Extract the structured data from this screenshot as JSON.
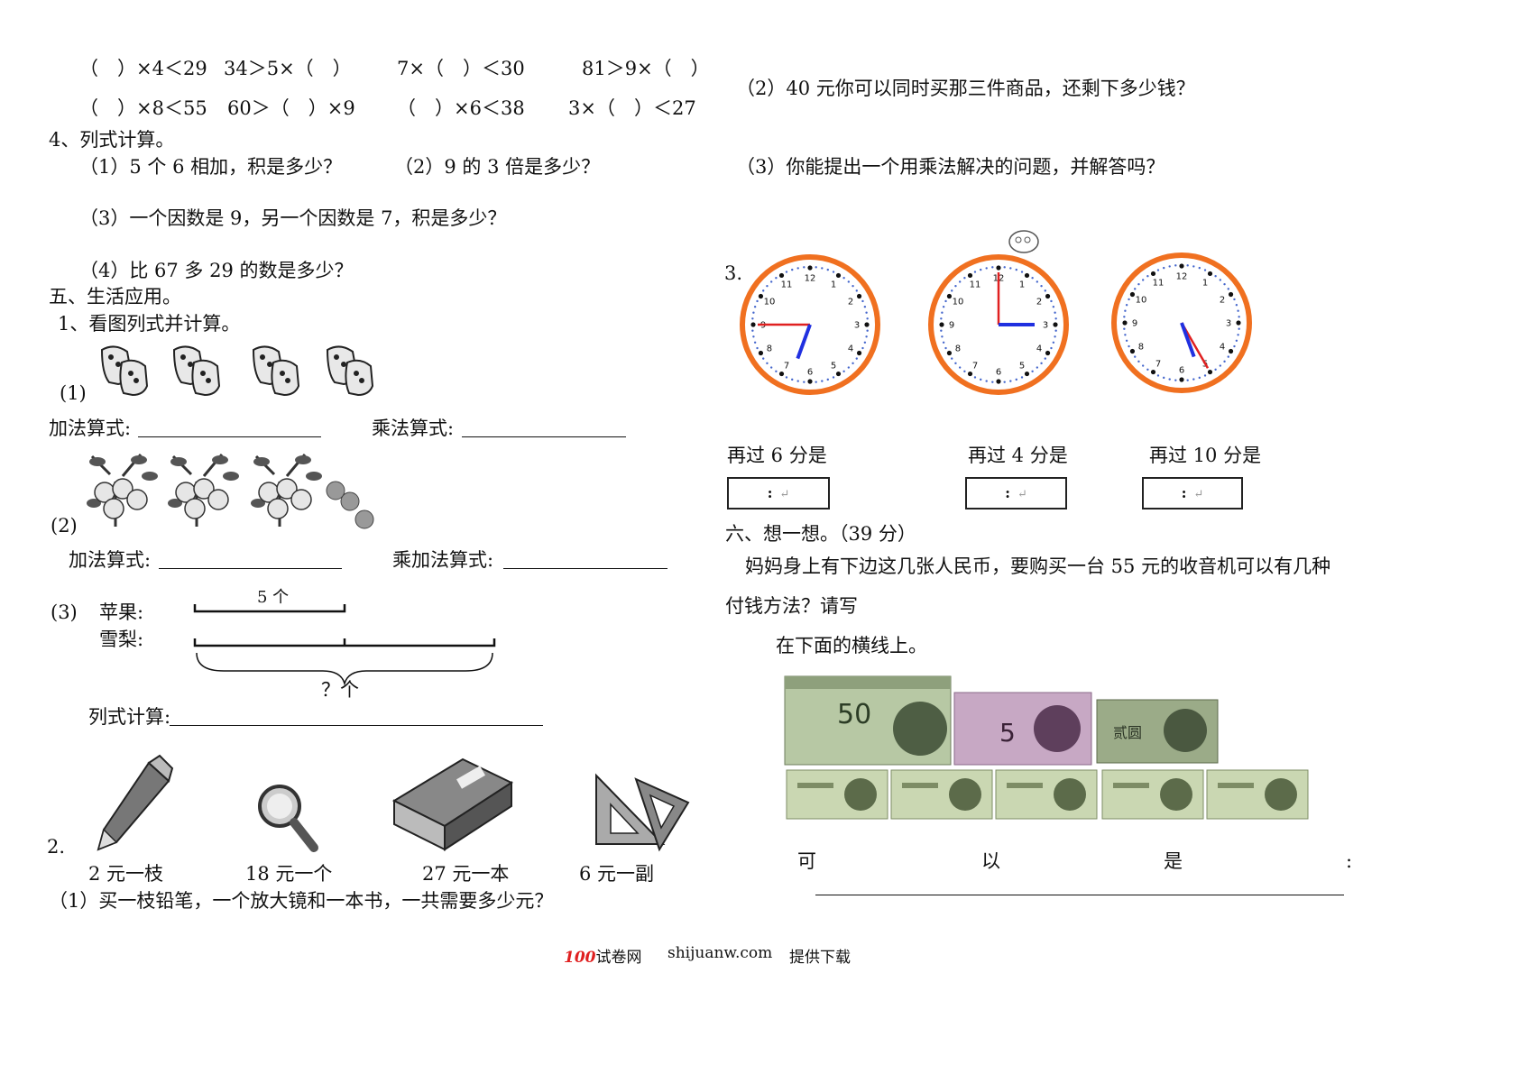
{
  "section3_ineq": {
    "row1": [
      "（　）×4＜29",
      "34＞5×（　）",
      "7×（　）＜30",
      "81＞9×（　）"
    ],
    "row2": [
      "（　）×8＜55",
      "60＞（　）×9",
      "（　）×6＜38",
      "3×（　）＜27"
    ]
  },
  "section4": {
    "title": "4、列式计算。",
    "q1": "（1）5 个 6 相加，积是多少？",
    "q2": "（2）9 的 3 倍是多少？",
    "q3": "（3）一个因数是 9，另一个因数是 7，积是多少？",
    "q4": "（4）比 67 多 29 的数是多少？"
  },
  "section5": {
    "title": "五、生活应用。",
    "p1_title": "1、看图列式并计算。",
    "p1_label1": "(1)",
    "p1_add": "加法算式:",
    "p1_mul": "乘法算式:",
    "p1_label2": "(2)",
    "p2_add": "加法算式:",
    "p2_mul": "乘加法算式:",
    "p3_label": "(3)",
    "apple": "苹果:",
    "pear": "雪梨:",
    "five": "5 个",
    "question": "？个",
    "calc": "列式计算:",
    "p2_num": "2.",
    "price_pencil": "2 元一枝",
    "price_magnifier": "18 元一个",
    "price_book": "27 元一本",
    "price_ruler": "6 元一副",
    "q1": "（1）买一枝铅笔，一个放大镜和一本书，一共需要多少元？",
    "q2": "（2）40 元你可以同时买那三件商品，还剩下多少钱？",
    "q3": "（3）你能提出一个用乘法解决的问题，并解答吗？"
  },
  "clocks": {
    "num": "3.",
    "label1": "再过 6 分是",
    "label2": "再过 4 分是",
    "label3": "再过 10 分是",
    "box_text": ":",
    "box_mark": "↵"
  },
  "section6": {
    "title": "六、想一想。（39 分）",
    "line1": "妈妈身上有下边这几张人民币，要购买一台 55 元的收音机可以有几种",
    "line2": "付钱方法？请写",
    "line3": "在下面的横线上。",
    "answer_ke": "可",
    "answer_yi": "以",
    "answer_shi": "是",
    "answer_colon": ":",
    "note50": "50",
    "note5": "5",
    "note2": "贰圆",
    "note1_count": 5
  },
  "footer": {
    "logo": "100",
    "site_name": "试卷网",
    "url": "shijuanw.com",
    "provide": "提供下载"
  },
  "colors": {
    "clock_rim": "#f07020",
    "minute_hand": "#e02020",
    "hour_hand": "#2030e0"
  }
}
